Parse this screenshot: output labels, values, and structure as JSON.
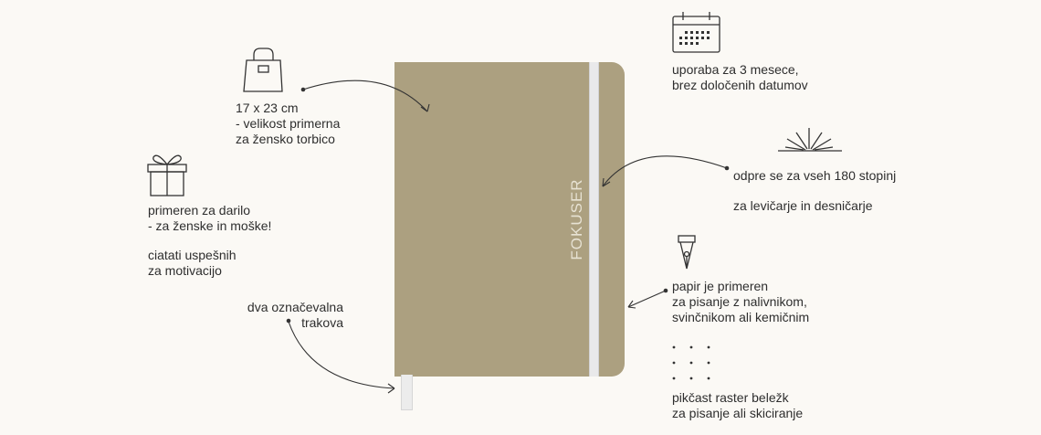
{
  "brand": "FOKUSER",
  "features": {
    "size": {
      "icon": "handbag-icon",
      "line1": "17 x 23 cm",
      "line2": "- velikost primerna",
      "line3": "za žensko torbico"
    },
    "gift": {
      "icon": "gift-icon",
      "line1": "primeren za darilo",
      "line2": "- za ženske in moške!",
      "line3": "ciatati uspešnih",
      "line4": "za motivacijo"
    },
    "ribbons": {
      "line1": "dva označevalna",
      "line2": "trakova"
    },
    "calendar": {
      "icon": "calendar-icon",
      "line1": "uporaba za 3 mesece,",
      "line2": "brez določenih datumov"
    },
    "lay_flat": {
      "icon": "open-book-icon",
      "line1": "odpre se za vseh 180 stopinj",
      "line2": "za levičarje in desničarje"
    },
    "paper": {
      "icon": "fountain-pen-nib-icon",
      "line1": "papir je primeren",
      "line2": "za pisanje z nalivnikom,",
      "line3": "svinčnikom ali kemičnim"
    },
    "dot_grid": {
      "icon": "dot-grid-icon",
      "line1": "pikčast raster beležk",
      "line2": "za pisanje ali skiciranje"
    }
  },
  "colors": {
    "background": "#fbf9f5",
    "cover": "#aca080",
    "band": "#e9e9ea",
    "text": "#2e2e2e"
  }
}
